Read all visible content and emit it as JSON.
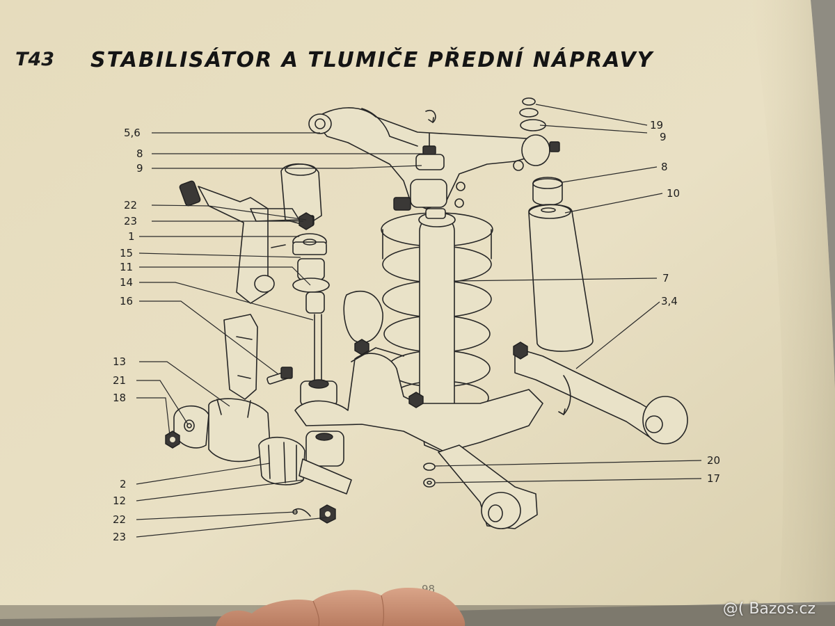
{
  "figure": {
    "code": "T43",
    "title": "STABILISÁTOR A TLUMIČE PŘEDNÍ NÁPRAVY",
    "page_number": "98"
  },
  "callouts": [
    {
      "id": "c-5-6",
      "text": "5,6"
    },
    {
      "id": "c-8a",
      "text": "8"
    },
    {
      "id": "c-9a",
      "text": "9"
    },
    {
      "id": "c-22a",
      "text": "22"
    },
    {
      "id": "c-23a",
      "text": "23"
    },
    {
      "id": "c-1",
      "text": "1"
    },
    {
      "id": "c-15",
      "text": "15"
    },
    {
      "id": "c-11",
      "text": "11"
    },
    {
      "id": "c-14",
      "text": "14"
    },
    {
      "id": "c-16",
      "text": "16"
    },
    {
      "id": "c-13",
      "text": "13"
    },
    {
      "id": "c-21",
      "text": "21"
    },
    {
      "id": "c-18",
      "text": "18"
    },
    {
      "id": "c-2",
      "text": "2"
    },
    {
      "id": "c-12",
      "text": "12"
    },
    {
      "id": "c-22b",
      "text": "22"
    },
    {
      "id": "c-23b",
      "text": "23"
    },
    {
      "id": "c-19",
      "text": "19"
    },
    {
      "id": "c-9b",
      "text": "9"
    },
    {
      "id": "c-8b",
      "text": "8"
    },
    {
      "id": "c-10",
      "text": "10"
    },
    {
      "id": "c-7",
      "text": "7"
    },
    {
      "id": "c-3-4",
      "text": "3,4"
    },
    {
      "id": "c-20",
      "text": "20"
    },
    {
      "id": "c-17",
      "text": "17"
    }
  ],
  "watermark": {
    "logo": "@(",
    "text": "Bazos.cz"
  }
}
